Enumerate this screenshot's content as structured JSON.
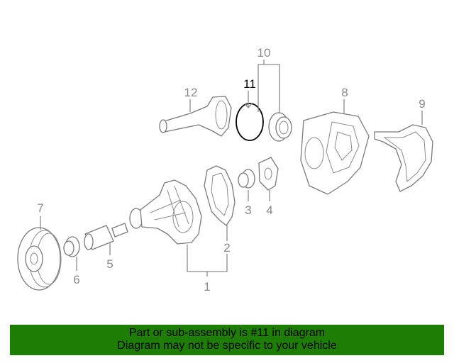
{
  "callouts": {
    "n1": "1",
    "n2": "2",
    "n3": "3",
    "n4": "4",
    "n5": "5",
    "n6": "6",
    "n7": "7",
    "n8": "8",
    "n9": "9",
    "n10": "10",
    "n11": "11",
    "n12": "12"
  },
  "highlighted_part": "11",
  "banner": {
    "line1": "Part or sub-assembly is #11 in diagram",
    "line2": "Diagram may not be specific to your vehicle",
    "background": "#1e7d04"
  },
  "colors": {
    "line_art": "#7a7a7a",
    "highlight": "#000000"
  }
}
